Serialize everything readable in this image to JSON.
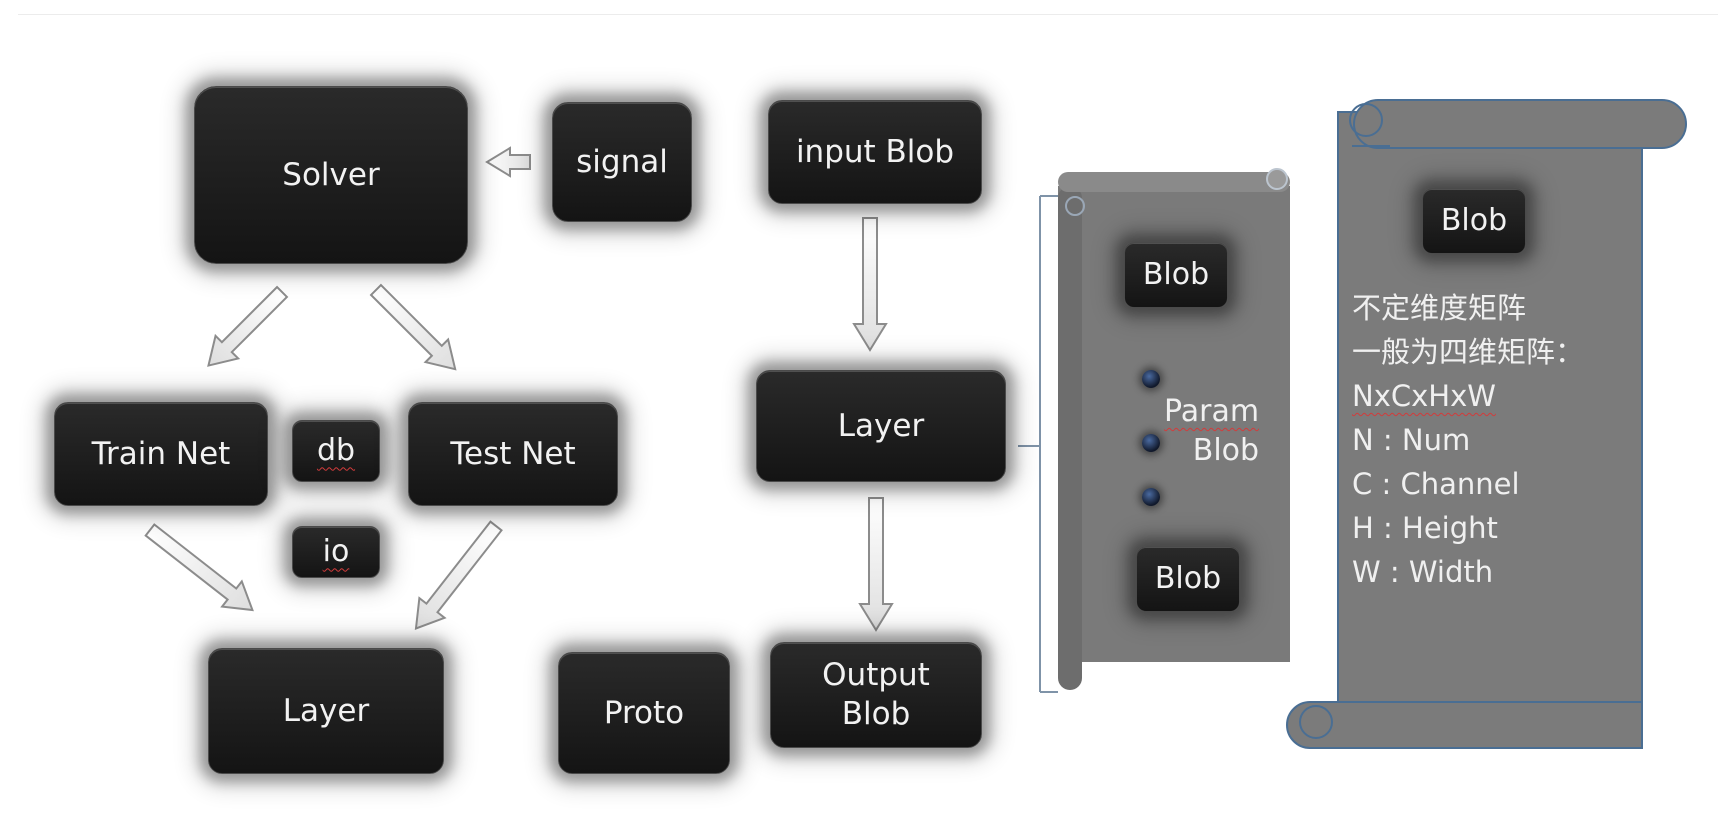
{
  "left_diagram": {
    "solver": "Solver",
    "signal": "signal",
    "train_net": "Train Net",
    "db": "db",
    "test_net": "Test Net",
    "io": "io",
    "layer": "Layer"
  },
  "middle_diagram": {
    "input_blob": "input Blob",
    "layer": "Layer",
    "proto": "Proto",
    "output_blob_line1": "Output",
    "output_blob_line2": "Blob"
  },
  "layer_scroll": {
    "top_blob": "Blob",
    "param_line1": "Param",
    "param_line2": "Blob",
    "bottom_blob": "Blob"
  },
  "blob_scroll": {
    "blob": "Blob",
    "lines": [
      "不定维度矩阵",
      "一般为四维矩阵：",
      "NxCxHxW",
      "N : Num",
      "C : Channel",
      "H : Height",
      "W : Width"
    ]
  },
  "colors": {
    "box_fill": "#1b1b1b",
    "scroll_fill": "#7b7b7b",
    "scroll_outline": "#4a6e93",
    "spellcheck_underline": "#d23b3b"
  }
}
